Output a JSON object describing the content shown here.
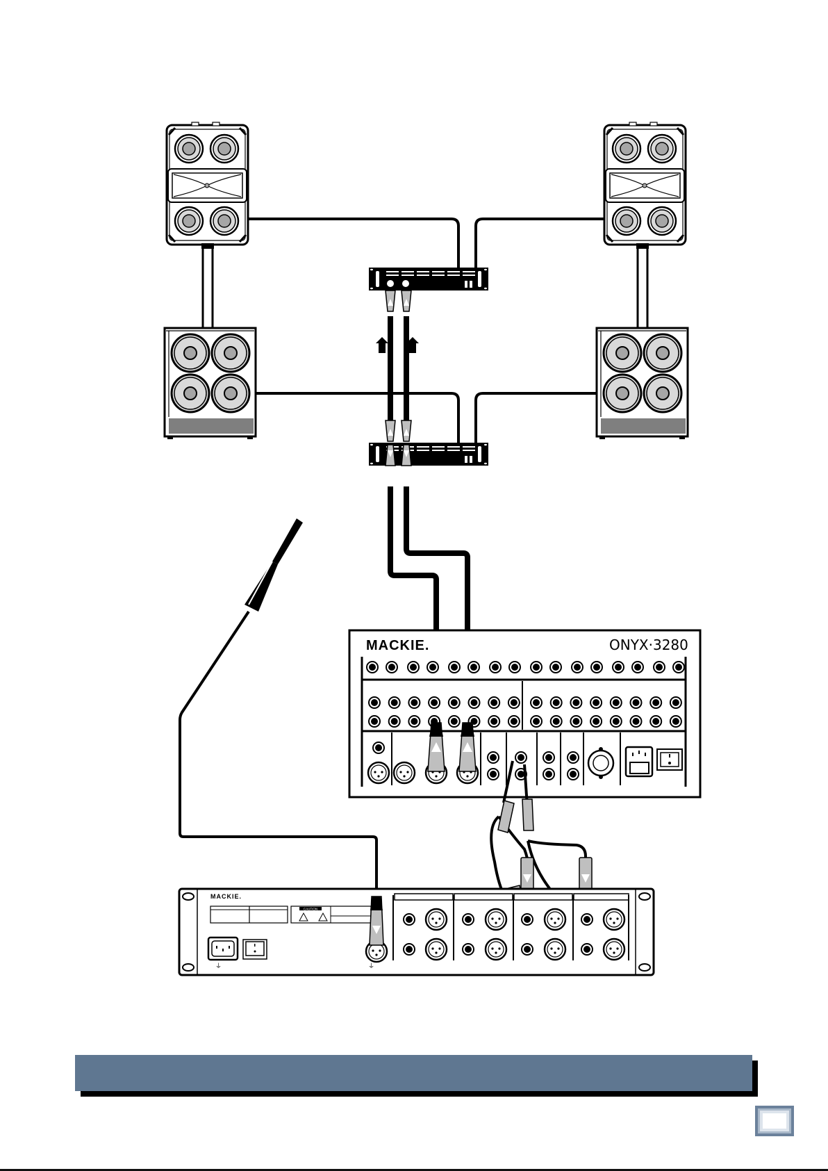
{
  "diagram": {
    "type": "hookup-diagram",
    "mixer": {
      "brand": "MACKIE.",
      "model": "ONYX·3280"
    },
    "rack_unit": {
      "brand": "MACKIE.",
      "caution_label": "CAUTION"
    },
    "components": [
      {
        "id": "full-range-speaker-left",
        "label": ""
      },
      {
        "id": "full-range-speaker-right",
        "label": ""
      },
      {
        "id": "subwoofer-left",
        "label": ""
      },
      {
        "id": "subwoofer-right",
        "label": ""
      },
      {
        "id": "power-amplifier-top",
        "label": ""
      },
      {
        "id": "power-amplifier-bottom",
        "label": ""
      },
      {
        "id": "microphone",
        "label": ""
      },
      {
        "id": "mixer",
        "label": "ONYX·3280"
      },
      {
        "id": "rack-processor",
        "label": ""
      }
    ],
    "connections": [
      {
        "from": "mixer",
        "to": "power-amplifier-bottom",
        "cables": 2
      },
      {
        "from": "power-amplifier-bottom",
        "to": "power-amplifier-top",
        "cables": 2,
        "direction": "up"
      },
      {
        "from": "power-amplifier-top",
        "to": "full-range-speaker-left"
      },
      {
        "from": "power-amplifier-top",
        "to": "full-range-speaker-right"
      },
      {
        "from": "power-amplifier-bottom",
        "to": "subwoofer-left"
      },
      {
        "from": "power-amplifier-bottom",
        "to": "subwoofer-right"
      },
      {
        "from": "microphone",
        "to": "rack-processor"
      },
      {
        "from": "mixer",
        "to": "rack-processor",
        "cables": 2,
        "type": "insert-y-cable"
      }
    ]
  },
  "footer": {
    "banner_text": "",
    "page_number": ""
  },
  "colors": {
    "banner": "#5f7791",
    "speaker_grey": "#d9d9d9",
    "cone_grey": "#a6a6a6",
    "connector_grey": "#bfbfbf"
  }
}
